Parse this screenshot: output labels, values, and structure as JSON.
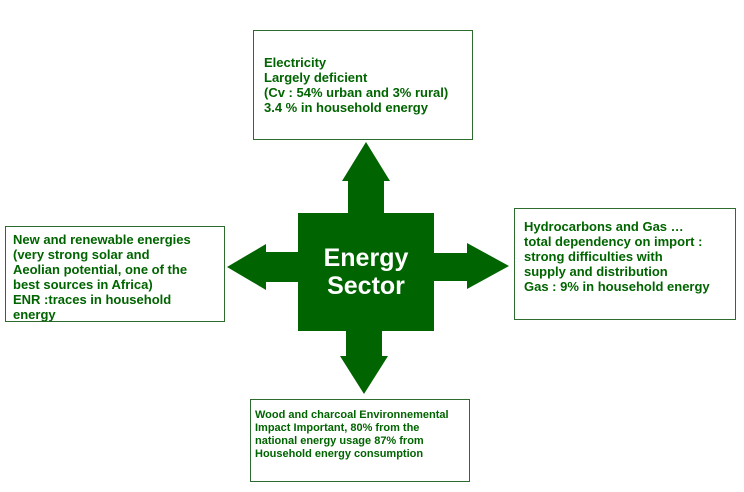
{
  "colors": {
    "accent": "#006400",
    "box_border": "#2e6b2e",
    "background": "#ffffff"
  },
  "center": {
    "line1": "Energy",
    "line2": "Sector"
  },
  "boxes": {
    "top": {
      "lines": [
        "Electricity",
        "Largely deficient",
        "(Cv : 54% urban and 3% rural)",
        "3.4 % in household energy"
      ]
    },
    "right": {
      "lines": [
        "Hydrocarbons and Gas …",
        "total dependency on import :",
        "strong difficulties with",
        "supply and distribution",
        "Gas : 9% in household energy"
      ]
    },
    "left": {
      "lines": [
        "New and renewable energies",
        "(very strong solar and",
        "Aeolian potential, one of the",
        "best sources in Africa)",
        "ENR :traces in household",
        "energy"
      ]
    },
    "bottom": {
      "lines": [
        "Wood and charcoal Environnemental",
        "Impact Important, 80% from the",
        "national energy usage  87% from",
        "Household energy consumption"
      ]
    }
  }
}
